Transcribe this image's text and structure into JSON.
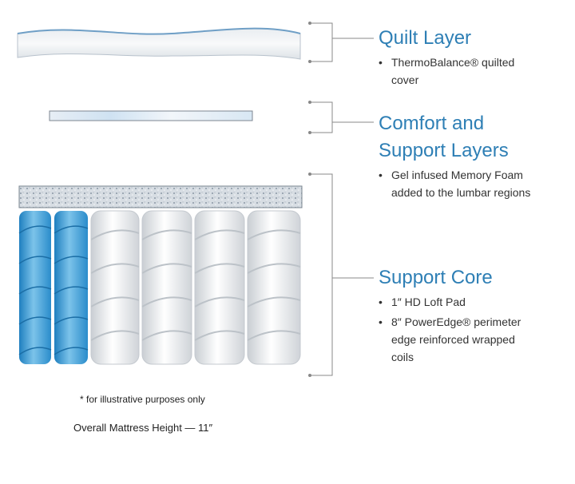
{
  "sections": [
    {
      "title": "Quilt Layer",
      "bullets": [
        "ThermoBalance® quilted cover"
      ]
    },
    {
      "title_lines": [
        "Comfort and",
        "Support Layers"
      ],
      "bullets": [
        "Gel infused Memory Foam added to the lumbar regions"
      ]
    },
    {
      "title": "Support Core",
      "bullets": [
        "1″ HD Loft Pad",
        "8″ PowerEdge® perimeter edge reinforced wrapped coils"
      ]
    }
  ],
  "footnote": "* for illustrative purposes only",
  "height_note": "Overall Mattress Height — 11″",
  "colors": {
    "heading": "#2e7fb5",
    "bracket": "#888888",
    "coil_blue": "#4aa6d9",
    "coil_white": "#eef0f2"
  },
  "coils": {
    "blue_count": 2,
    "white_count": 4
  }
}
